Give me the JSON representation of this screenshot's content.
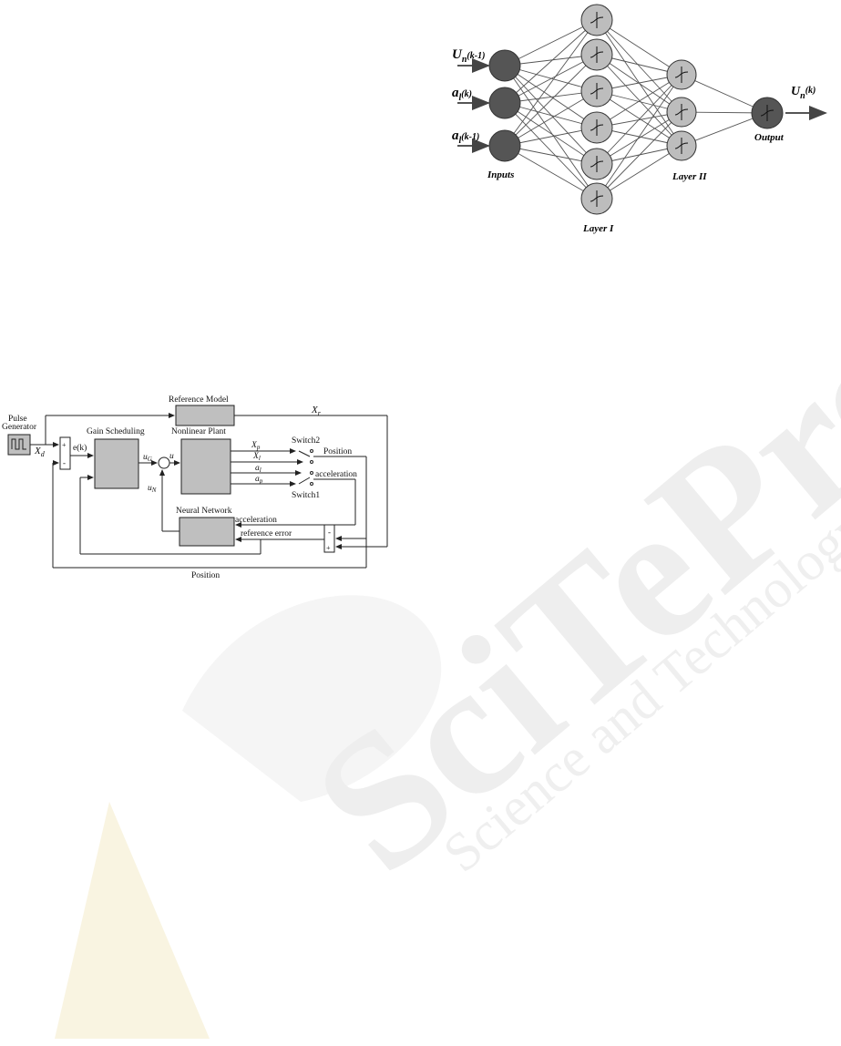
{
  "colors": {
    "watermark": "#f6efd4",
    "watermark_text": "#efefef",
    "node_dark": "#555555",
    "node_light": "#bdbdbd",
    "block_fill": "#bfbfbf",
    "line": "#333333"
  },
  "watermark": {
    "text1": "SciTePress",
    "text2": "Science and Technology Publications"
  },
  "neural_net": {
    "input_1_main": "U",
    "input_1_sub": "n",
    "input_1_tail": "(k-1)",
    "input_2_main": "a",
    "input_2_sub": "l",
    "input_2_tail": "(k)",
    "input_3_main": "a",
    "input_3_sub": "l",
    "input_3_tail": "(k-1)",
    "inputs_label": "Inputs",
    "layer1_label": "Layer I",
    "layer2_label": "Layer II",
    "output_label": "Output",
    "output_main": "U",
    "output_sub": "n",
    "output_tail": "(k)"
  },
  "block_diagram": {
    "pulse_generator_line1": "Pulse",
    "pulse_generator_line2": "Generator",
    "xd_main": "X",
    "xd_sub": "d",
    "reference_model": "Reference Model",
    "xr_main": "X",
    "xr_sub": "r",
    "ek": "e(k)",
    "gain_scheduling": "Gain Scheduling",
    "nonlinear_plant": "Nonlinear Plant",
    "ug_main": "u",
    "ug_sub": "G",
    "un_main": "u",
    "un_sub": "N",
    "u": "u",
    "xp_main": "X",
    "xp_sub": "p",
    "xl_main": "X",
    "xl_sub": "l",
    "al_main": "a",
    "al_sub": "l",
    "ap_main": "a",
    "ap_sub": "p",
    "switch2": "Switch2",
    "switch1": "Switch1",
    "position_right": "Position",
    "acceleration_right": "acceleration",
    "neural_network": "Neural Network",
    "acceleration_mid": "acceleration",
    "reference_error": "reference error",
    "position_bottom": "Position",
    "plus": "+",
    "minus": "-"
  }
}
